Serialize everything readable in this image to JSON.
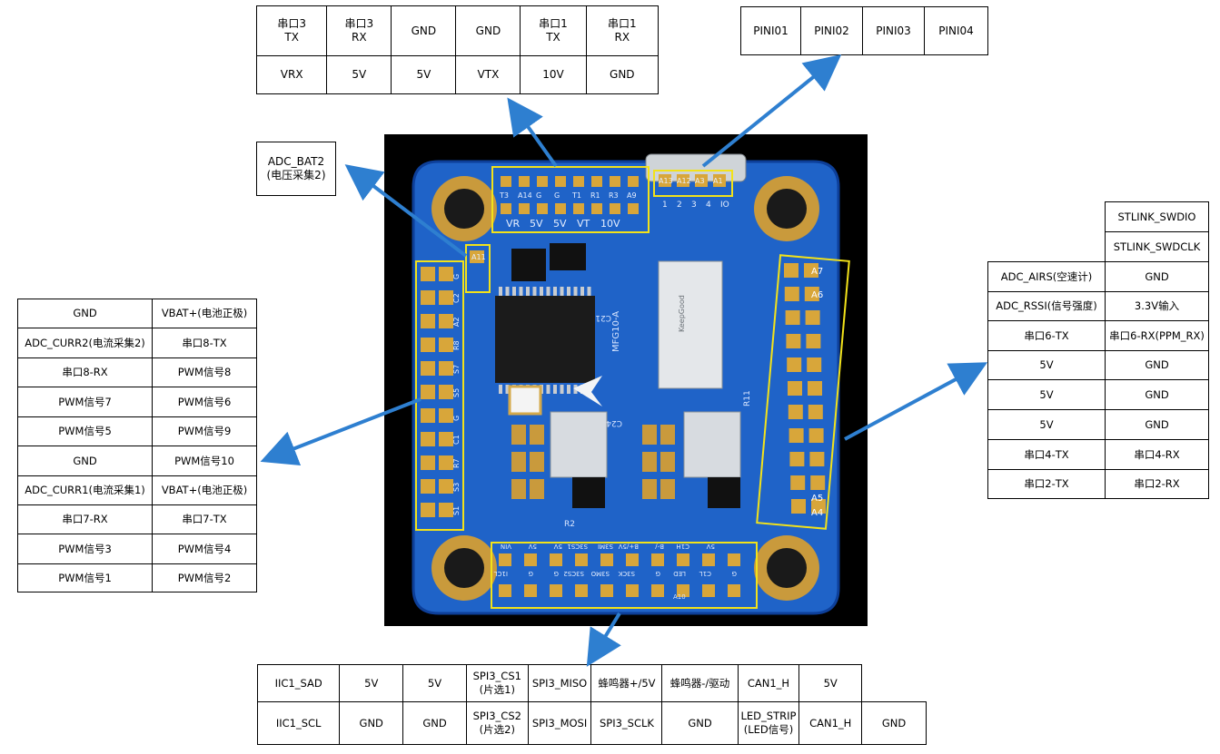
{
  "tables": {
    "top_left": {
      "rows": [
        [
          "串口3\nTX",
          "串口3\nRX",
          "GND",
          "GND",
          "串口1\nTX",
          "串口1\nRX"
        ],
        [
          "VRX",
          "5V",
          "5V",
          "VTX",
          "10V",
          "GND"
        ]
      ]
    },
    "top_right": {
      "rows": [
        [
          "PINI01",
          "PINI02",
          "PINI03",
          "PINI04"
        ]
      ]
    },
    "adc_bat2": {
      "rows": [
        [
          "ADC_BAT2\n(电压采集2)"
        ]
      ]
    },
    "left": {
      "rows": [
        [
          "GND",
          "VBAT+(电池正极)"
        ],
        [
          "ADC_CURR2(电流采集2)",
          "串口8-TX"
        ],
        [
          "串口8-RX",
          "PWM信号8"
        ],
        [
          "PWM信号7",
          "PWM信号6"
        ],
        [
          "PWM信号5",
          "PWM信号9"
        ],
        [
          "GND",
          "PWM信号10"
        ],
        [
          "ADC_CURR1(电流采集1)",
          "VBAT+(电池正极)"
        ],
        [
          "串口7-RX",
          "串口7-TX"
        ],
        [
          "PWM信号3",
          "PWM信号4"
        ],
        [
          "PWM信号1",
          "PWM信号2"
        ]
      ]
    },
    "right": {
      "rows": [
        [
          "",
          "STLINK_SWDIO"
        ],
        [
          "",
          "STLINK_SWDCLK"
        ],
        [
          "ADC_AIRS(空速计)",
          "GND"
        ],
        [
          "ADC_RSSI(信号强度)",
          "3.3V输入"
        ],
        [
          "串口6-TX",
          "串口6-RX(PPM_RX)"
        ],
        [
          "5V",
          "GND"
        ],
        [
          "5V",
          "GND"
        ],
        [
          "5V",
          "GND"
        ],
        [
          "串口4-TX",
          "串口4-RX"
        ],
        [
          "串口2-TX",
          "串口2-RX"
        ]
      ]
    },
    "bottom": {
      "rows": [
        [
          "IIC1_SAD",
          "5V",
          "5V",
          "SPI3_CS1\n(片选1)",
          "SPI3_MISO",
          "蜂鸣器+/5V",
          "蜂鸣器-/驱动",
          "CAN1_H",
          "5V",
          ""
        ],
        [
          "IIC1_SCL",
          "GND",
          "GND",
          "SPI3_CS2\n(片选2)",
          "SPI3_MOSI",
          "SPI3_SCLK",
          "GND",
          "LED_STRIP\n(LED信号)",
          "CAN1_H",
          "GND"
        ]
      ]
    }
  },
  "silkscreen": {
    "top_pads": [
      "T3",
      "A14",
      "G",
      "G",
      "T1",
      "R1",
      "R3",
      "A9"
    ],
    "top_volts": [
      "VR",
      "5V",
      "5V",
      "VT",
      "10V"
    ],
    "pini_pads": [
      "A13",
      "A12",
      "A3",
      "A1"
    ],
    "pini_nums": [
      "1",
      "2",
      "3",
      "4",
      "IO"
    ],
    "right_pads": [
      "A7",
      "A6",
      "A5",
      "A4"
    ],
    "left_pads": [
      "G",
      "C2",
      "A2",
      "R8",
      "S7",
      "S5",
      "G",
      "C1",
      "R7",
      "S3",
      "S1",
      "A11"
    ],
    "bottom_top": [
      "VIN",
      "5V",
      "5V",
      "S3CS1",
      "S3MI",
      "B+/5V",
      "B-/",
      "C1H",
      "5V"
    ],
    "bottom_bot": [
      "I1CL",
      "G",
      "G",
      "S3CS2",
      "S3MO",
      "S3CK",
      "G",
      "LED",
      "C1L",
      "G"
    ],
    "chip_text": [
      "MFG10-A",
      "C21",
      "C24",
      "R11",
      "R2",
      "A10"
    ],
    "module_text": [
      "KeepGood"
    ]
  },
  "colors": {
    "board": "#1f63c8",
    "board_dark": "#0d3f99",
    "pad": "#d8a63a",
    "highlight": "#f2e21a",
    "arrow": "#2e7fd0",
    "photo_bg": "#000000"
  }
}
